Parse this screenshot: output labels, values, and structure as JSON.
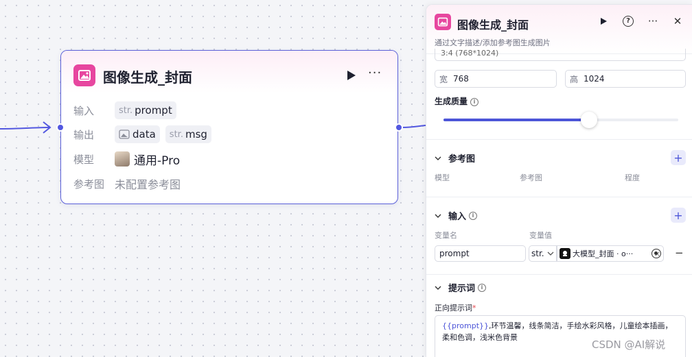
{
  "node": {
    "title": "图像生成_封面",
    "rows": {
      "input_label": "输入",
      "output_label": "输出",
      "model_label": "模型",
      "ref_label": "参考图"
    },
    "inputs": [
      {
        "type": "str.",
        "name": "prompt"
      }
    ],
    "outputs": [
      {
        "type_icon": "image-icon",
        "name": "data"
      },
      {
        "type": "str.",
        "name": "msg"
      }
    ],
    "model_name": "通用-Pro",
    "ref_value": "未配置参考图",
    "more_label": "···"
  },
  "panel": {
    "title": "图像生成_封面",
    "description": "通过文字描述/添加参考图生成图片",
    "ratio_select": "3:4 (768*1024)",
    "width": {
      "prefix": "宽",
      "value": "768"
    },
    "height": {
      "prefix": "高",
      "value": "1024"
    },
    "quality_label": "生成质量",
    "quality_level": 0.62,
    "ref_section": {
      "title": "参考图",
      "columns": [
        "模型",
        "参考图",
        "程度"
      ]
    },
    "input_section": {
      "title": "输入",
      "columns": [
        "变量名",
        "变量值"
      ],
      "row": {
        "name": "prompt",
        "type": "str.",
        "ref_text": "大模型_封面 · o···",
        "remove": "×",
        "delete": "−"
      }
    },
    "prompt_section": {
      "title": "提示词",
      "positive_label": "正向提示词",
      "required_mark": "*",
      "var_text": "{{prompt}}",
      "body_text": ",环节温馨，线条简洁，手绘水彩风格，儿童绘本插画，柔和色调，浅米色背景"
    },
    "buttons": {
      "plus": "+",
      "help": "?",
      "more": "···",
      "close": "✕"
    }
  },
  "watermark": "CSDN @AI解说",
  "colors": {
    "accent": "#5257e0",
    "brand_pink": "#e7469f"
  }
}
